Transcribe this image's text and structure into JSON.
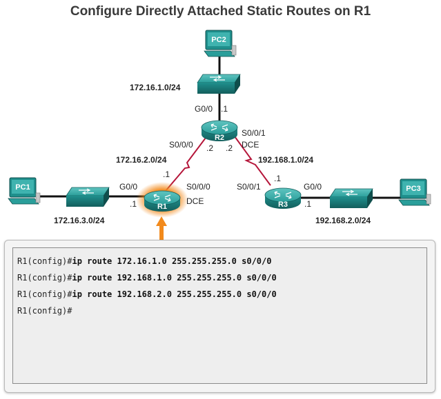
{
  "title": "Configure Directly Attached Static Routes on R1",
  "devices": {
    "pc1": "PC1",
    "pc2": "PC2",
    "pc3": "PC3",
    "r1": "R1",
    "r2": "R2",
    "r3": "R3"
  },
  "networks": {
    "r2_lan": "172.16.1.0/24",
    "r1_r2": "172.16.2.0/24",
    "r1_lan": "172.16.3.0/24",
    "r2_r3": "192.168.1.0/24",
    "r3_lan": "192.168.2.0/24"
  },
  "interfaces": {
    "r2_g00": "G0/0",
    "r2_g00_host": ".1",
    "r2_s000": "S0/0/0",
    "r2_s000_host": ".2",
    "r2_s001": "S0/0/1",
    "r2_s001_dce": "DCE",
    "r2_s001_host": ".2",
    "r1_serial_host": ".1",
    "r1_g00": "G0/0",
    "r1_g00_host": ".1",
    "r1_s000": "S0/0/0",
    "r1_s000_dce": "DCE",
    "r3_serial_host": ".1",
    "r3_s001": "S0/0/1",
    "r3_g00": "G0/0",
    "r3_g00_host": ".1"
  },
  "colors": {
    "device": "#1f8f8c",
    "serial_link": "#b5163a",
    "highlight": "#f28a1c"
  },
  "console": {
    "lines": [
      {
        "prompt": "R1(config)#",
        "command": "ip route 172.16.1.0 255.255.255.0 s0/0/0"
      },
      {
        "prompt": "R1(config)#",
        "command": "ip route 192.168.1.0 255.255.255.0 s0/0/0"
      },
      {
        "prompt": "R1(config)#",
        "command": "ip route 192.168.2.0 255.255.255.0 s0/0/0"
      },
      {
        "prompt": "R1(config)#",
        "command": ""
      }
    ]
  }
}
